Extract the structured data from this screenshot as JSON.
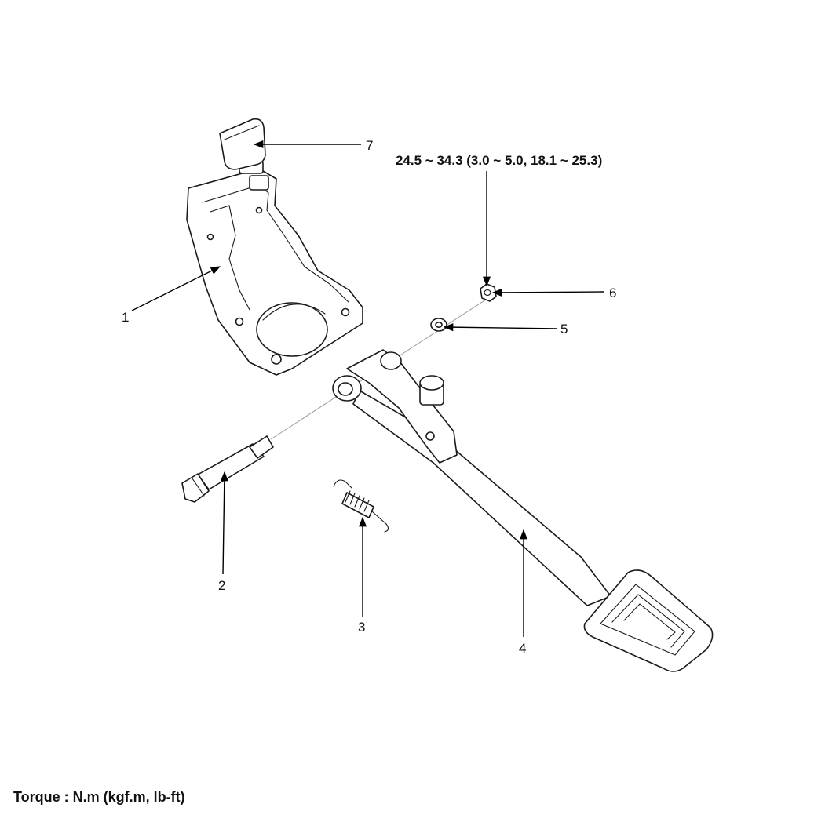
{
  "torque_spec": "24.5 ~ 34.3 (3.0 ~ 5.0, 18.1 ~ 25.3)",
  "callouts": [
    {
      "number": "1",
      "part": "pedal-bracket"
    },
    {
      "number": "2",
      "part": "pivot-bolt"
    },
    {
      "number": "3",
      "part": "return-spring"
    },
    {
      "number": "4",
      "part": "brake-pedal-arm"
    },
    {
      "number": "5",
      "part": "washer"
    },
    {
      "number": "6",
      "part": "nut"
    },
    {
      "number": "7",
      "part": "stop-lamp-switch"
    }
  ],
  "footer": {
    "torque_units": "Torque : N.m (kgf.m, lb-ft)"
  },
  "colors": {
    "line": "#1a1a1a",
    "background": "#ffffff",
    "axis": "#9a9a9a"
  }
}
